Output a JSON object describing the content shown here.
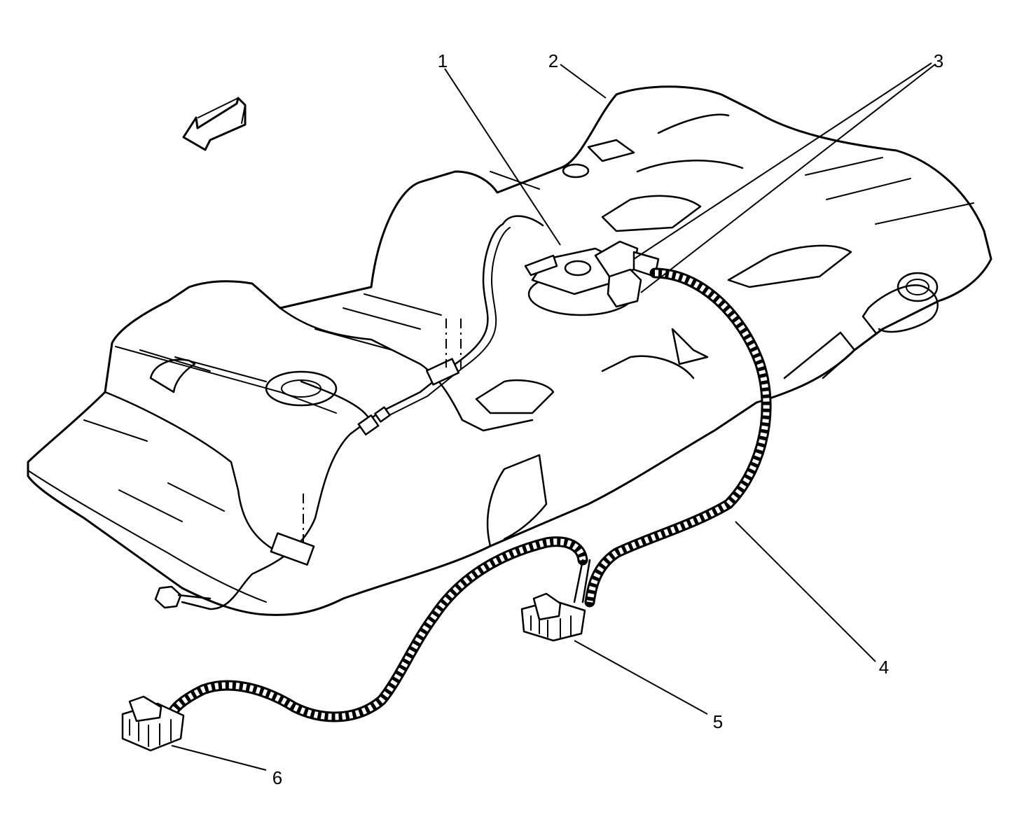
{
  "callouts": {
    "c1": "1",
    "c2": "2",
    "c3": "3",
    "c4": "4",
    "c5": "5",
    "c6": "6"
  },
  "icons": {
    "direction": "front-direction-arrow-icon"
  },
  "colors": {
    "ink": "#000000",
    "paper": "#ffffff"
  }
}
